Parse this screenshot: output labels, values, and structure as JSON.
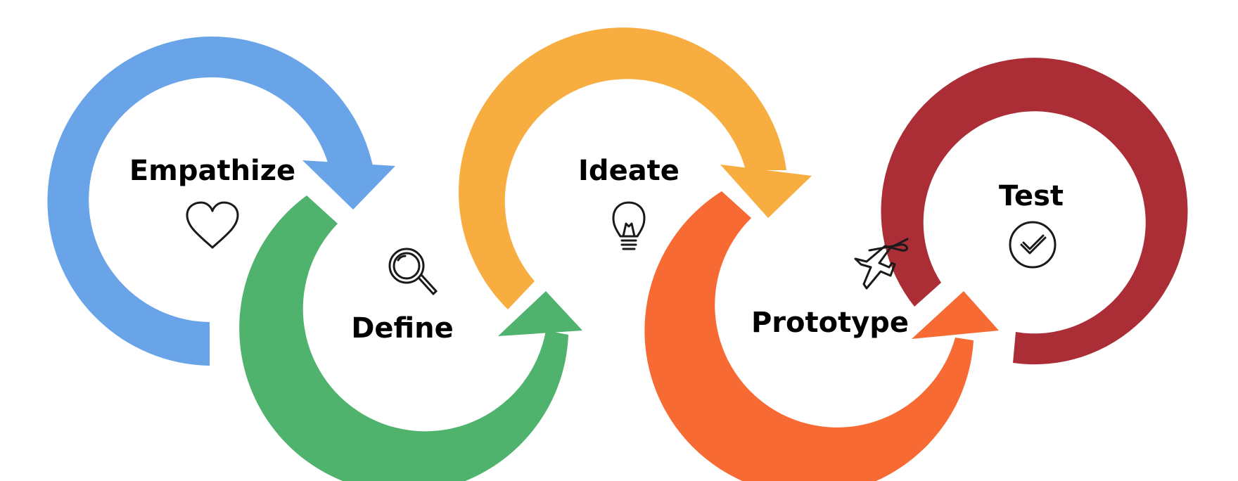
{
  "colors": {
    "empathize": "#6aa4e8",
    "define": "#4fb26d",
    "ideate": "#f8ad40",
    "prototype": "#f86a33",
    "test": "#ab2e37"
  },
  "stages": [
    {
      "key": "empathize",
      "label": "Empathize",
      "icon": "heart-icon"
    },
    {
      "key": "define",
      "label": "Define",
      "icon": "magnifier-icon"
    },
    {
      "key": "ideate",
      "label": "Ideate",
      "icon": "lightbulb-icon"
    },
    {
      "key": "prototype",
      "label": "Prototype",
      "icon": "airplane-icon"
    },
    {
      "key": "test",
      "label": "Test",
      "icon": "checkmark-circle-icon"
    }
  ]
}
